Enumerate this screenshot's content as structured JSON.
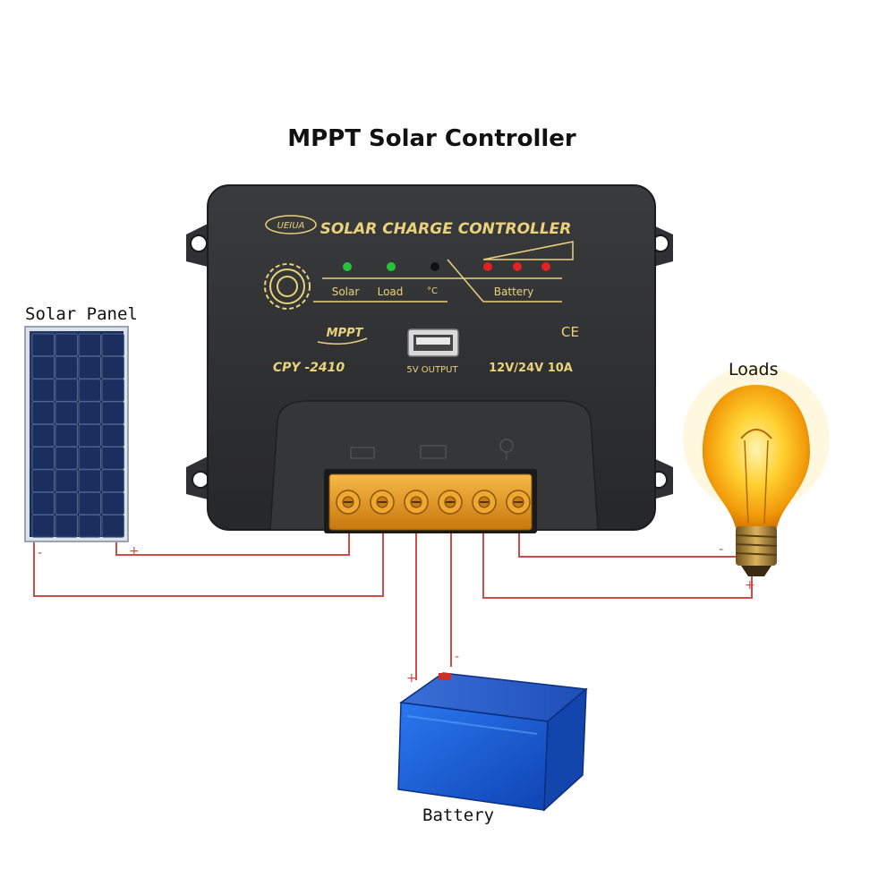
{
  "title": "MPPT Solar Controller",
  "labels": {
    "solar_panel": "Solar Panel",
    "loads": "Loads",
    "battery": "Battery"
  },
  "controller": {
    "heading": "SOLAR CHARGE CONTROLLER",
    "brand": "UEIUA",
    "indicators": {
      "solar": "Solar",
      "load": "Load",
      "temp": "°C",
      "battery": "Battery"
    },
    "mppt": "MPPT",
    "ce": "CE",
    "model": "CPY -2410",
    "usb": "5V OUTPUT",
    "rating": "12V/24V  10A"
  },
  "polarity": {
    "plus": "+",
    "minus": "-"
  },
  "colors": {
    "wire": "#d24a4a",
    "controller_body": "#2e2f31",
    "controller_text": "#e9d27a",
    "led_green": "#27c23a",
    "led_red": "#e02222",
    "terminal": "#e89a1e",
    "battery_blue": "#1c5fd8",
    "bulb_glow": "#ffc21a"
  },
  "icons": [
    "sun-icon",
    "usb-port-icon",
    "solar-panel-icon",
    "battery-icon",
    "light-bulb-icon"
  ]
}
